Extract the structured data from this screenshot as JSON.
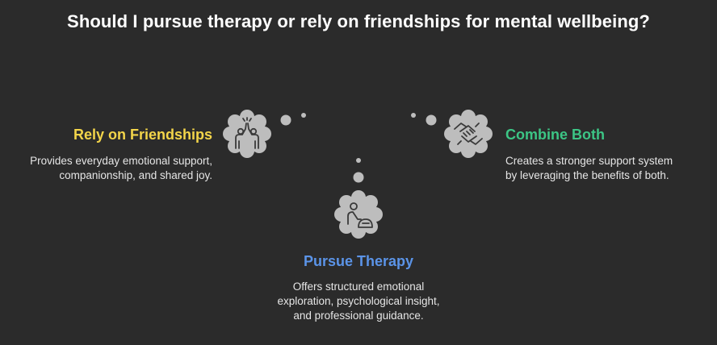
{
  "title": "Should I pursue therapy or rely on friendships for mental wellbeing?",
  "colors": {
    "background": "#2b2b2b",
    "cloud": "#bdbdbd",
    "icon_stroke": "#3a3a3a",
    "friendships": "#f3d54a",
    "therapy": "#5b94e8",
    "combine": "#3cc585"
  },
  "options": {
    "friendships": {
      "heading": "Rely on Friendships",
      "description": "Provides everyday emotional support, companionship, and shared joy.",
      "icon": "high-five-icon"
    },
    "therapy": {
      "heading": "Pursue Therapy",
      "description": "Offers structured emotional exploration, psychological insight, and professional guidance.",
      "icon": "therapist-icon"
    },
    "combine": {
      "heading": "Combine Both",
      "description": "Creates a stronger support system by leveraging the benefits of both.",
      "icon": "handshake-icon"
    }
  }
}
